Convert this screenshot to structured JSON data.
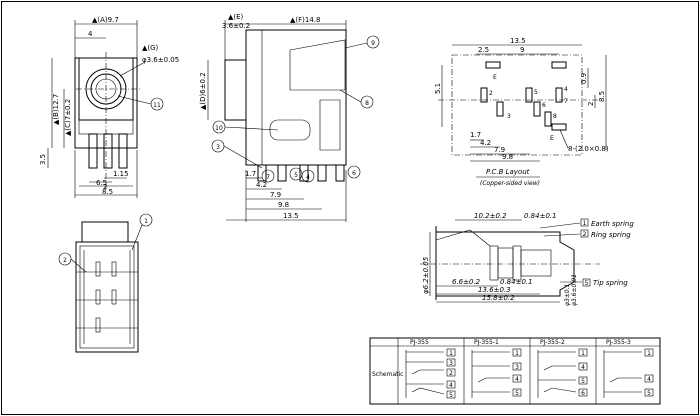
{
  "front_view": {
    "dim_a": "▲(A)9.7",
    "dim_4": "4",
    "dim_g": "▲(G)",
    "dim_g_dia": "φ3.6±0.05",
    "dim_b": "▲(B)12.7",
    "dim_c": "▲(C)7±0.2",
    "dim_35": "3.5",
    "dim_115": "1.15",
    "dim_2": "2",
    "dim_65": "6.5",
    "dim_85": "8.5",
    "callout_11": "11"
  },
  "side_view": {
    "dim_e": "▲(E)",
    "dim_e_val": "3.6±0.2",
    "dim_f": "▲(F)14.8",
    "dim_d": "▲(D)6±0.2",
    "dim_17": "1.7",
    "dim_42": "4.2",
    "dim_79": "7.9",
    "dim_98": "9.8",
    "dim_135": "13.5",
    "callouts": [
      "9",
      "8",
      "10",
      "3",
      "7",
      "5",
      "4",
      "6"
    ]
  },
  "pcb_layout": {
    "dim_135": "13.5",
    "dim_25": "2.5",
    "dim_9": "9",
    "dim_51": "5.1",
    "dim_09": "0.9",
    "dim_2": "2",
    "dim_85": "8.5",
    "dim_17": "1.7",
    "dim_42": "4.2",
    "dim_79": "7.9",
    "dim_98": "9.8",
    "pad_spec": "8-(2.0×0.8)",
    "pad_labels": [
      "E",
      "2",
      "3",
      "4",
      "5",
      "6",
      "7",
      "8",
      "E"
    ],
    "caption": "P.C.B Layout",
    "caption_sub": "(Copper-sided view)"
  },
  "plug_view": {
    "dim_102": "10.2±0.2",
    "dim_084": "0.84±0.1",
    "dim_dia": "φ6.2±0.05",
    "dim_66": "6.6±0.2",
    "dim_084b": "0.84±0.1",
    "dim_136": "13.6±0.3",
    "dim_158": "15.8±0.2",
    "dim_dia2": "φ3±0.1",
    "dim_dia3": "φ3.6±0.01",
    "earth_spring": "Earth spring",
    "ring_spring": "Ring spring",
    "tip_spring": "Tip spring",
    "earth_num": "1",
    "ring_num": "2",
    "tip_num": "5",
    "accent_color": "#2a2ad8"
  },
  "bottom_view": {
    "callout_1": "1",
    "callout_2": "2"
  },
  "schematic_table": {
    "row_label": "Schematic",
    "headers": [
      "PJ-355",
      "PJ-355-1",
      "PJ-355-2",
      "PJ-355-3"
    ],
    "pins": [
      [
        "1",
        "3",
        "2",
        "4",
        "5"
      ],
      [
        "1",
        "3",
        "4",
        "5"
      ],
      [
        "1",
        "4",
        "5",
        "6"
      ],
      [
        "1",
        "4",
        "5"
      ]
    ]
  }
}
